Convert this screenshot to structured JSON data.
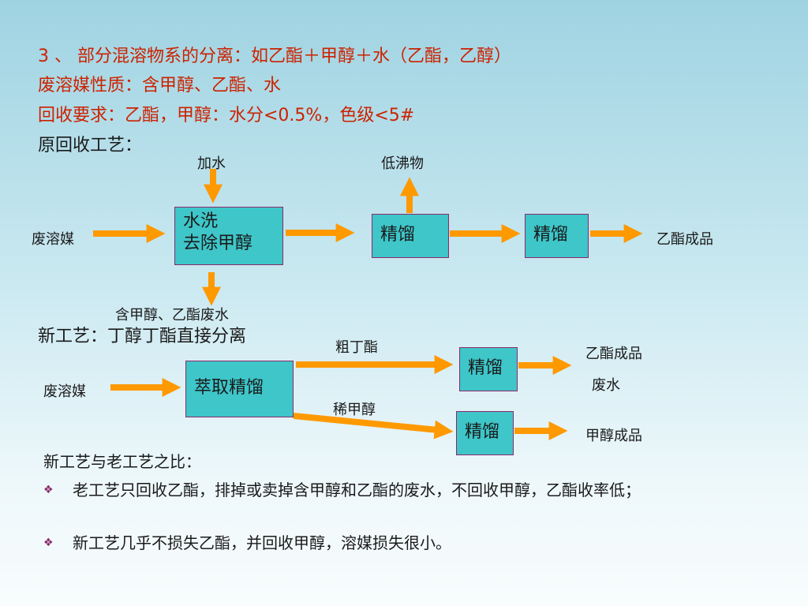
{
  "heading": {
    "line1": "3 、 部分混溶物系的分离：如乙酯＋甲醇＋水（乙酯，乙醇）",
    "line2": "废溶媒性质：含甲醇、乙酯、水",
    "line3": "回收要求：乙酯，甲醇：水分<0.5%，色级<5#",
    "line4": "原回收工艺："
  },
  "old_process": {
    "feed": "废溶媒",
    "add_water": "加水",
    "wash_box": [
      "水洗",
      "去除甲醇"
    ],
    "waste": "含甲醇、乙酯废水",
    "low_boil": "低沸物",
    "distill1": "精馏",
    "distill2": "精馏",
    "product": "乙酯成品"
  },
  "new_title": "新工艺：丁醇丁酯直接分离",
  "new_process": {
    "feed": "废溶媒",
    "extract_box": "萃取精馏",
    "crude_ester": "粗丁酯",
    "dilute_methanol": "稀甲醇",
    "distill_top": "精馏",
    "distill_bottom": "精馏",
    "ester_product": "乙酯成品",
    "wastewater": "废水",
    "methanol_product": "甲醇成品"
  },
  "comparison": {
    "title": "新工艺与老工艺之比：",
    "bullets": [
      "老工艺只回收乙酯，排掉或卖掉含甲醇和乙酯的废水，不回收甲醇，乙酯收率低；",
      "新工艺几乎不损失乙酯，并回收甲醇，溶媒损失很小。"
    ]
  },
  "colors": {
    "accent_red": "#cc2200",
    "box_fill": "#3ec6c9",
    "box_border": "#8a2a6a",
    "arrow": "#ff9900"
  }
}
